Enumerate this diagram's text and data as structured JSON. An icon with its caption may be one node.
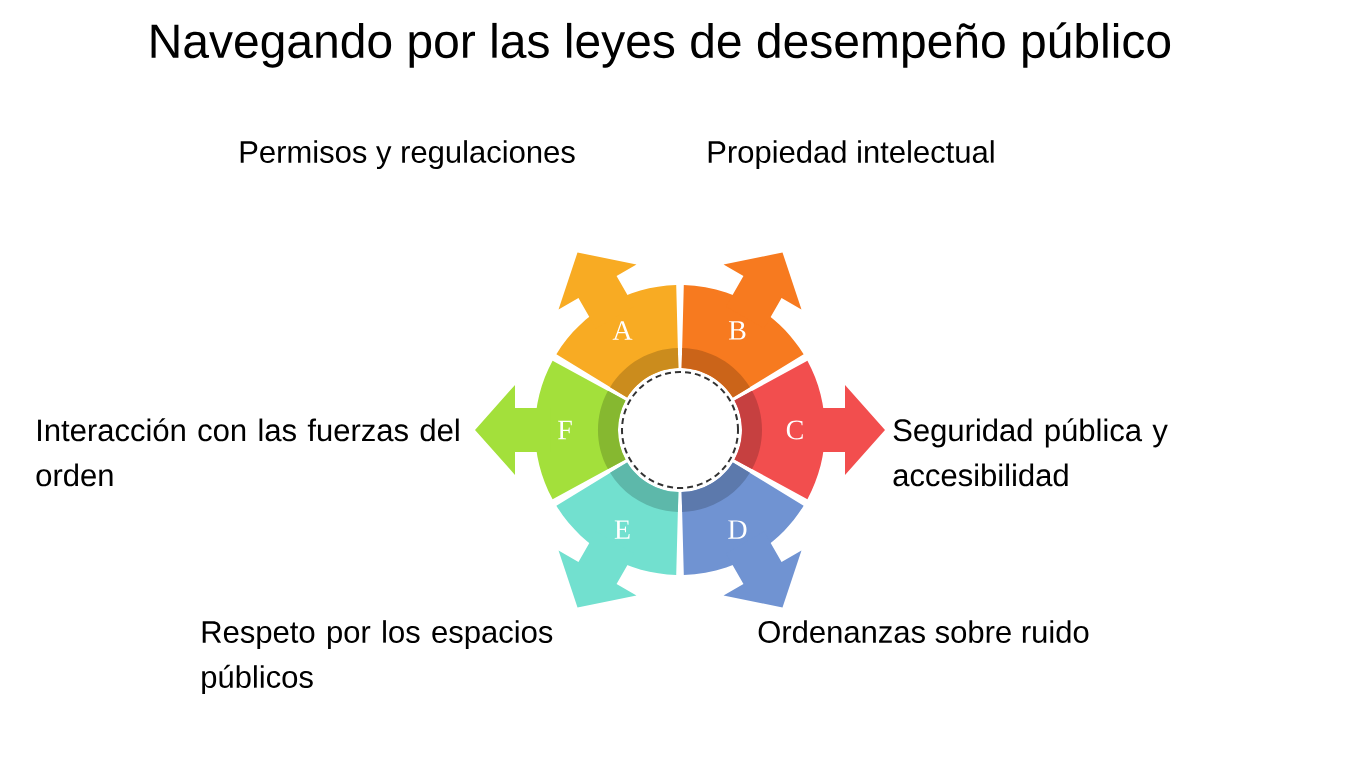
{
  "diagram": {
    "title": "Navegando por las leyes de desempeño público",
    "nodes": [
      {
        "text": [
          "A"
        ],
        "beside": [
          "Permisos y regulaciones"
        ]
      },
      {
        "text": [
          "B"
        ],
        "beside": [
          "Propiedad intelectual"
        ]
      },
      {
        "text": [
          "C"
        ],
        "beside": [
          "Seguridad pública y accesibilidad"
        ]
      },
      {
        "text": [
          "D"
        ],
        "beside": [
          "Ordenanzas sobre ruido"
        ]
      },
      {
        "text": [
          "E"
        ],
        "beside": [
          "Respeto por los espacios públicos"
        ]
      },
      {
        "text": [
          "F"
        ],
        "beside": [
          "Interacción con las fuerzas del orden"
        ]
      },
      {
        "text": [],
        "shape": "circle"
      }
    ]
  }
}
